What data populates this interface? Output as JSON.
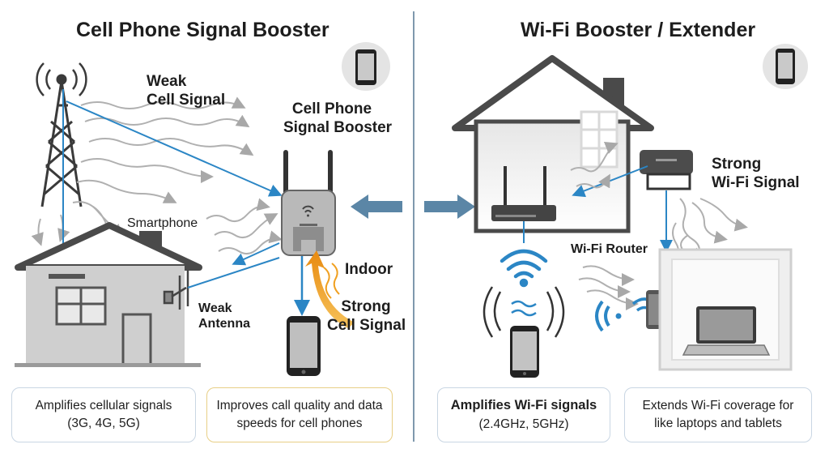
{
  "left": {
    "title": "Cell Phone Signal Booster",
    "weak_signal_label": [
      "Weak",
      "Cell Signal"
    ],
    "booster_label": [
      "Cell Phone",
      "Signal Booster"
    ],
    "smartphone_label": "Smartphone",
    "indoor_label": "Indoor",
    "weak_antenna_label": [
      "Weak",
      "Antenna"
    ],
    "strong_cell_label": [
      "Strong",
      "Cell Signal"
    ],
    "box1": [
      "Amplifies cellular signals",
      "(3G, 4G, 5G)"
    ],
    "box2": [
      "Improves call quality and data",
      "speeds for cell phones"
    ]
  },
  "right": {
    "title": "Wi-Fi Booster / Extender",
    "strong_wifi_label": [
      "Strong",
      "Wi-Fi Signal"
    ],
    "router_label": "Wi-Fi Router",
    "box3": [
      "Amplifies Wi-Fi signals",
      "(2.4GHz, 5GHz)"
    ],
    "box4": [
      "Extends Wi-Fi coverage for",
      "like laptops and tablets"
    ]
  },
  "colors": {
    "accent_blue": "#2b86c5",
    "arrow_slate": "#5b86a6",
    "orange": "#f0a020",
    "house_gray": "#c8c8c8",
    "divider": "#7f98ad"
  },
  "icons": [
    "cell-tower-icon",
    "signal-booster-icon",
    "smartphone-icon",
    "house-icon",
    "wifi-router-icon",
    "wifi-extender-icon",
    "laptop-icon",
    "wifi-waves-icon"
  ]
}
